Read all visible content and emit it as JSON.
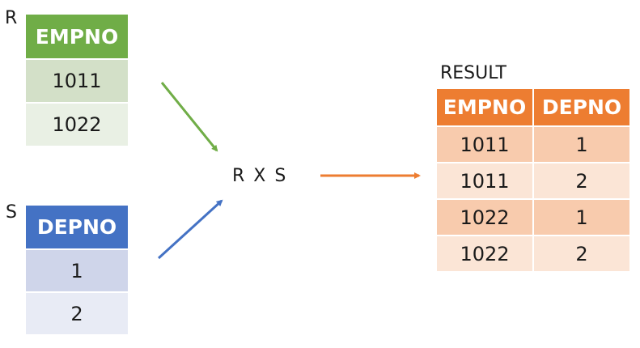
{
  "relation_r": {
    "name": "R",
    "header": "EMPNO",
    "rows": [
      "1011",
      "1022"
    ]
  },
  "relation_s": {
    "name": "S",
    "header": "DEPNO",
    "rows": [
      "1",
      "2"
    ]
  },
  "operation": "R X S",
  "result": {
    "name": "RESULT",
    "headers": [
      "EMPNO",
      "DEPNO"
    ],
    "rows": [
      [
        "1011",
        "1"
      ],
      [
        "1011",
        "2"
      ],
      [
        "1022",
        "1"
      ],
      [
        "1022",
        "2"
      ]
    ]
  },
  "colors": {
    "r_header": "#70ad47",
    "s_header": "#4472c4",
    "result_header": "#ed7d31",
    "arrow_r": "#70ad47",
    "arrow_s": "#4472c4",
    "arrow_result": "#ed7d31"
  }
}
